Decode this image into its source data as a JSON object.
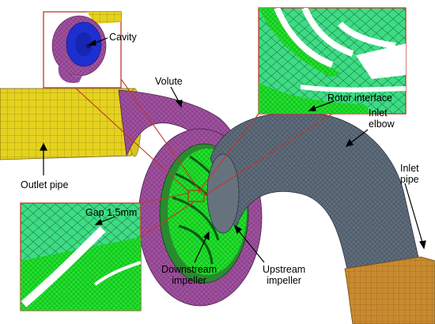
{
  "labels": {
    "cavity": "Cavity",
    "volute": "Volute",
    "rotor_interface": "Rotor interface",
    "inlet_elbow_line1": "Inlet",
    "inlet_elbow_line2": "elbow",
    "outlet_pipe": "Outlet pipe",
    "gap": "Gap 1.5mm",
    "inlet_pipe_line1": "Inlet",
    "inlet_pipe_line2": "pipe",
    "downstream_line1": "Downstream",
    "downstream_line2": "impeller",
    "upstream_line1": "Upstream",
    "upstream_line2": "impeller"
  },
  "colors": {
    "outlet_pipe": "#e5d21f",
    "volute": "#a04f9f",
    "elbow": "#5d6b7a",
    "inlet_pipe": "#c98a2f",
    "impeller": "#22d63a",
    "cavity": "#1d2fd0",
    "callout_frame": "#c0392b",
    "mesh_light": "#3ddc84"
  }
}
